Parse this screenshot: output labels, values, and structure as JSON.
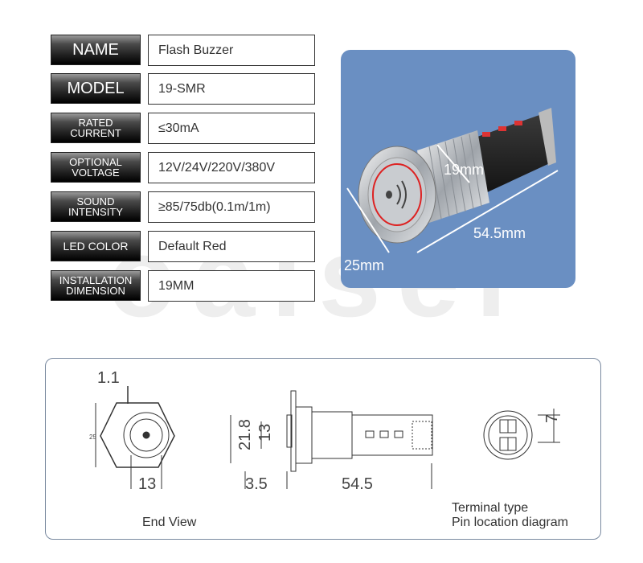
{
  "specs": [
    {
      "label_lines": [
        "NAME"
      ],
      "value": "Flash Buzzer"
    },
    {
      "label_lines": [
        "MODEL"
      ],
      "value": "19-SMR"
    },
    {
      "label_lines": [
        "RATED",
        "CURRENT"
      ],
      "value": "≤30mA"
    },
    {
      "label_lines": [
        "OPTIONAL",
        "VOLTAGE"
      ],
      "value": "12V/24V/220V/380V"
    },
    {
      "label_lines": [
        "SOUND",
        "INTENSITY"
      ],
      "value": "≥85/75db(0.1m/1m)"
    },
    {
      "label_lines": [
        "LED COLOR"
      ],
      "value": "Default Red"
    },
    {
      "label_lines": [
        "INSTALLATION",
        "DIMENSION"
      ],
      "value": "19MM"
    }
  ],
  "photo": {
    "dim_diameter": "19mm",
    "dim_length": "54.5mm",
    "dim_width": "25mm",
    "panel_color": "#6a8fc2"
  },
  "drawing": {
    "end_view": {
      "dim_top": "1.1",
      "dim_bottom": "13",
      "dim_side": "25",
      "caption": "End View"
    },
    "side_view": {
      "dim_height_outer": "21.8",
      "dim_height_inner": "13",
      "dim_left": "3.5",
      "dim_length": "54.5"
    },
    "pin_view": {
      "dim_side": "7",
      "caption_line1": "Terminal type",
      "caption_line2": "Pin location diagram"
    }
  }
}
